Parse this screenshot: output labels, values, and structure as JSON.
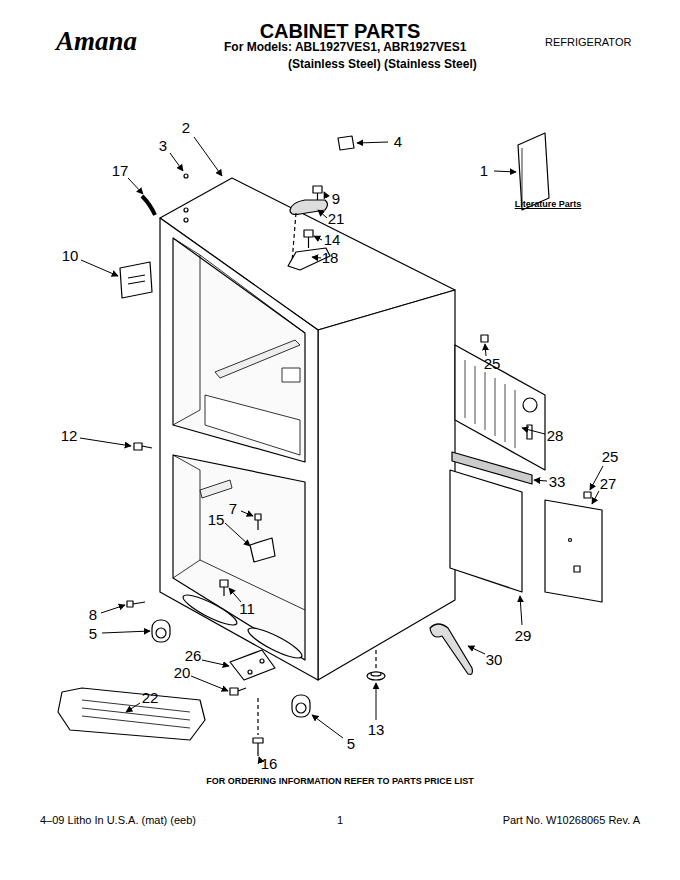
{
  "diagram": {
    "title": "CABINET PARTS",
    "labels": [
      "REFRIGERATOR",
      "For Models: ABL1927VES1, ABR1927VES1",
      "(Stainless Steel) (Stainless Steel)",
      "Amana",
      "1",
      "2",
      "3",
      "4",
      "17",
      "9",
      "21",
      "14",
      "18",
      "10",
      "Literature Parts",
      "25",
      "28",
      "12",
      "33",
      "25",
      "27",
      "7",
      "15",
      "11",
      "8",
      "5",
      "29",
      "30",
      "26",
      "20",
      "22",
      "5",
      "13",
      "16",
      "FOR ORDERING INFORMATION REFER TO PARTS PRICE LIST",
      "4–09 Litho In U.S.A. (mat) (eeb)",
      "1",
      "Part No. W10268065 Rev. A"
    ]
  }
}
